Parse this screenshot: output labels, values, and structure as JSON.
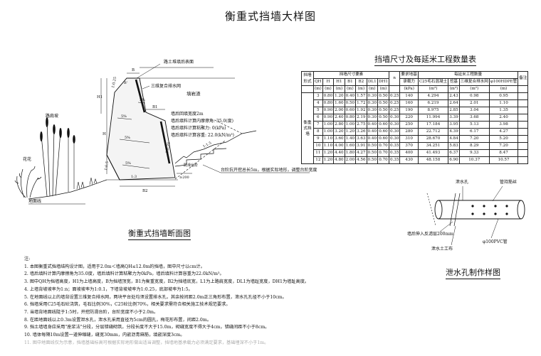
{
  "main_title": "衡重式挡墙大样图",
  "section": {
    "title": "衡重式挡墙断面图",
    "labels": {
      "fill_surface": "路土堆填后表面",
      "drain_layer": "三维复合排水网",
      "fill_material": "填岩渣",
      "road_slope": "路肩坡",
      "flower": "花花",
      "ground_line": "地面线",
      "drain_pipe": "防滑台阶",
      "h_label": "H",
      "h1_label": "H1",
      "b_label": "B",
      "b1_label": "B1",
      "b2_label": "B2",
      "b_top_label": "B'",
      "ratio_top": "1:0.25",
      "ratio_mid": "1:0.25",
      "ratio_left": "1:0.5",
      "ratio_bottom": "1:3",
      "ratio_right": "1:1.5",
      "slope_1": "5%",
      "slope_2": "5%",
      "slope_3": "5%",
      "slope_4": "5%",
      "dim_200": "≥200",
      "foot_note": "台阶抗开挖总长5m，根据实际地形，调整台阶宽度",
      "info_1": "墙后回填宽度2m",
      "info_2": "墙后填料计算内摩擦角: 35.0(度)",
      "info_3": "墙后填料计算粘聚力: 0(kPa)",
      "info_4": "墙后填料计算容重: 22.0(kN/m³)"
    }
  },
  "table": {
    "title": "挡墙尺寸及每延米工程数量表",
    "group_dims": "挡墙尺寸要素",
    "group_bearing": "要求地基",
    "group_qty": "每延米工程数量",
    "headers": [
      "挡墙形式",
      "QH",
      "H",
      "H1",
      "B1",
      "B2",
      "DL1",
      "DH1",
      "n",
      "承载力",
      "C25毛石混凝土",
      "挖基",
      "三维复合排水网",
      "φ100HDPE管",
      "备注"
    ],
    "units": [
      "(m)",
      "(m)",
      "(m)",
      "(m)",
      "(m)",
      "(m)",
      "(m)",
      "(kPa)",
      "(m³)",
      "(m³)",
      "(m²)",
      "(m)"
    ],
    "wall_type": "衡重式挡墙",
    "rows": [
      [
        "3",
        "0.80",
        "1.20",
        "0.40",
        "1.57",
        "0.30",
        "0.50",
        "0.25",
        "140",
        "4.294",
        "2.43",
        "0.98",
        "0.95"
      ],
      [
        "4",
        "0.80",
        "1.60",
        "0.50",
        "1.72",
        "0.30",
        "0.50",
        "0.25",
        "160",
        "6.219",
        "2.64",
        "2.01",
        "1.10"
      ],
      [
        "5",
        "0.90",
        "2.00",
        "0.60",
        "1.92",
        "0.30",
        "0.50",
        "0.25",
        "190",
        "8.975",
        "2.85",
        "3.04",
        "1.35"
      ],
      [
        "6",
        "0.90",
        "2.40",
        "0.80",
        "2.19",
        "0.30",
        "0.50",
        "0.30",
        "220",
        "11.994",
        "3.39",
        "3.68",
        "2.40"
      ],
      [
        "7",
        "1.00",
        "2.80",
        "1.00",
        "2.75",
        "0.40",
        "0.60",
        "0.30",
        "250",
        "17.184",
        "3.95",
        "5.13",
        "3.98"
      ],
      [
        "8",
        "1.00",
        "3.20",
        "1.20",
        "3.26",
        "0.40",
        "0.60",
        "0.30",
        "280",
        "22.712",
        "4.39",
        "6.17",
        "4.27"
      ],
      [
        "9",
        "1.10",
        "3.60",
        "1.40",
        "3.63",
        "0.40",
        "0.60",
        "0.30",
        "310",
        "28.670",
        "4.84",
        "7.20",
        "5.20"
      ],
      [
        "10",
        "1.10",
        "4.00",
        "1.60",
        "3.91",
        "0.50",
        "0.70",
        "0.35",
        "370",
        "34.251",
        "5.83",
        "8.29",
        "7.20"
      ],
      [
        "11",
        "1.20",
        "4.40",
        "1.80",
        "4.27",
        "0.50",
        "0.70",
        "0.35",
        "400",
        "41.493",
        "6.37",
        "9.33",
        "8.47"
      ],
      [
        "12",
        "1.20",
        "4.80",
        "2.00",
        "4.56",
        "0.50",
        "0.70",
        "0.35",
        "430",
        "48.158",
        "6.90",
        "10.37",
        "10.57"
      ]
    ]
  },
  "drain": {
    "title": "泄水孔制作样图",
    "label_hole": "泄水孔",
    "label_cloth": "管持筋丝",
    "label_filter": "墙后伸入反滤层200mm",
    "label_wall": "泄水土工布",
    "label_pipe": "φ100PVC管"
  },
  "notes": {
    "heading": "注:",
    "lines": [
      "1. 本图衡重式挡墙结构设计图，适用于2.0m＜墙高QH≤12.0m的挡墙，图中尺寸以cm计。",
      "2. 墙后填料计算内摩擦角为35.0度，墙后填料计算粘聚力为0kPa，墙后填料计算容重为22.0kN/m³。",
      "3. 图中QH为挡墙高度，H1为上墙高度，B为挡墙顶宽，B1为衡重宽度，B2为挡墙底宽，L1为上路肩宽度，DL1为墙趾宽度，DH1为墙趾高度。",
      "4. 上墙背坡坡率为1:n；面坡坡率为1:0.1，下墙背坡坡率为1:0.25，底部坡率为1:5。",
      "5. 在地面线以上的墙背设置三维复合排水网，两块平台处均须设置排水孔，其余按间距2.0m正三角形布置，泄水孔孔径不小于10cm。",
      "6. 挡墙采用C25毛石砼浇筑，毛石比例30%，C25砼比例70%，相关要求需符合相关施工技术规范要求。",
      "7. 当墙背地面线陡于1:5时，开挖防滑台阶，台阶宽度不小于2.0m。",
      "8. 在距地面线以上0.3m设置泄水孔，泄水孔采用直径为5cm的圆孔，梅花形布置，间距2.0m。",
      "9. 挡土墙墙身应采用\"座浆法\"分段，分层错缝砌筑，分段长度不大于15.0m，砌缝宽度不得大于4cm，错缝间距不小于8cm。",
      "10. 墙体每隔10m设置一道伸缩缝，缝宽30mm，内嵌沥青麻筋，填嵌深度3cm。",
      "11. 图中地面线仅为示意，挡墙基础标高可根据实际地形做出适当调整，挡墙地基承载力必须满足要求，基础埋深不小于1m。"
    ]
  }
}
